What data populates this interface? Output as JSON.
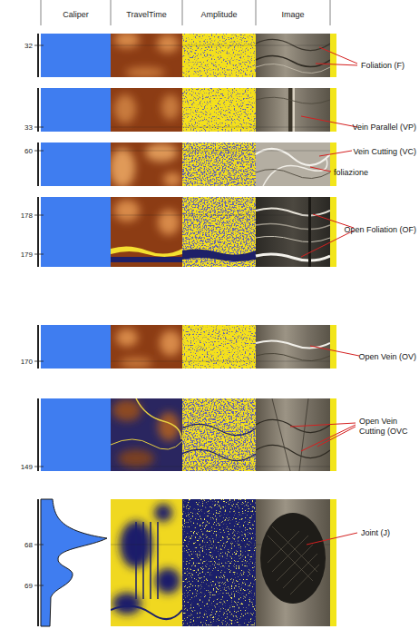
{
  "diagram": {
    "labels": [
      "Caliper",
      "TravelTime",
      "Amplitude",
      "Image",
      "32",
      "33",
      "60",
      "178",
      "179",
      "170",
      "149",
      "68",
      "69",
      "Foliation (F)",
      "Vein Parallel (VP)",
      "Vein Cutting (VC)",
      "foliazione",
      "Open Foliation (OF)",
      "Open Vein (OV)",
      "Open Vein Cutting (OVC",
      "Joint (J)"
    ]
  }
}
